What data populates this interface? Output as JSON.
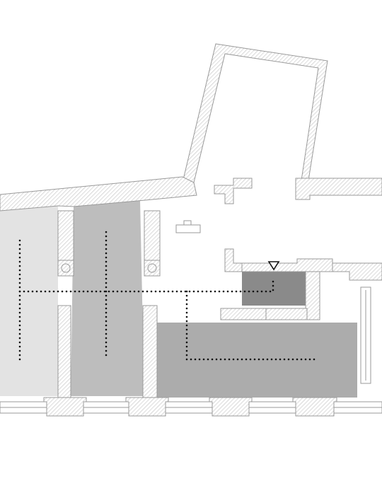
{
  "colors": {
    "background": "#ffffff",
    "wall_outline": "#9a9a9a",
    "wall_hatch": "#b8b8b8",
    "zone_light": "#e3e3e3",
    "zone_mid": "#bdbdbd",
    "zone_dark_large": "#acacac",
    "zone_dark_small": "#8a8a8a",
    "route": "#111111",
    "entrance_marker": "#111111"
  },
  "icons": {
    "entrance": "entrance-triangle-icon",
    "hatch": "wall-hatch-pattern"
  },
  "zones": [
    {
      "id": "zone-west",
      "shade": "light"
    },
    {
      "id": "zone-center",
      "shade": "mid"
    },
    {
      "id": "zone-south",
      "shade": "dark-large"
    },
    {
      "id": "zone-entrance",
      "shade": "dark-small"
    }
  ]
}
